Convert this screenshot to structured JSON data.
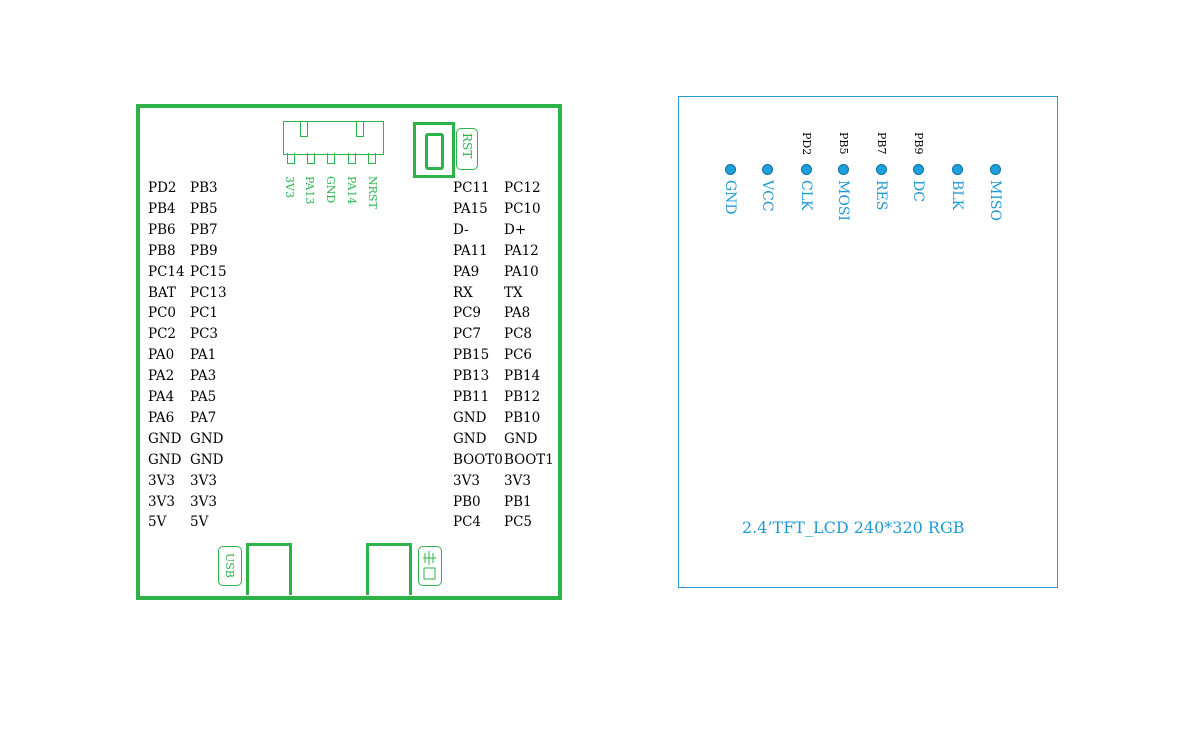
{
  "mcu_board": {
    "left_pins": [
      [
        "PD2",
        "PB3"
      ],
      [
        "PB4",
        "PB5"
      ],
      [
        "PB6",
        "PB7"
      ],
      [
        "PB8",
        "PB9"
      ],
      [
        "PC14",
        "PC15"
      ],
      [
        "BAT",
        "PC13"
      ],
      [
        "PC0",
        "PC1"
      ],
      [
        "PC2",
        "PC3"
      ],
      [
        "PA0",
        "PA1"
      ],
      [
        "PA2",
        "PA3"
      ],
      [
        "PA4",
        "PA5"
      ],
      [
        "PA6",
        "PA7"
      ],
      [
        "GND",
        "GND"
      ],
      [
        "GND",
        "GND"
      ],
      [
        "3V3",
        "3V3"
      ],
      [
        "3V3",
        "3V3"
      ],
      [
        "5V",
        "5V"
      ]
    ],
    "right_pins": [
      [
        "PC11",
        "PC12"
      ],
      [
        "PA15",
        "PC10"
      ],
      [
        "D-",
        "D+"
      ],
      [
        "PA11",
        "PA12"
      ],
      [
        "PA9",
        "PA10"
      ],
      [
        "RX",
        "TX"
      ],
      [
        "PC9",
        "PA8"
      ],
      [
        "PC7",
        "PC8"
      ],
      [
        "PB15",
        "PC6"
      ],
      [
        "PB13",
        "PB14"
      ],
      [
        "PB11",
        "PB12"
      ],
      [
        "GND",
        "PB10"
      ],
      [
        "GND",
        "GND"
      ],
      [
        "BOOT0",
        "BOOT1"
      ],
      [
        "3V3",
        "3V3"
      ],
      [
        "PB0",
        "PB1"
      ],
      [
        "PC4",
        "PC5"
      ]
    ],
    "swd_header": [
      "3V3",
      "PA13",
      "GND",
      "PA14",
      "NRST"
    ],
    "rst_label": "RST",
    "usb_label": "USB",
    "colors": {
      "board": "#2db34a"
    }
  },
  "lcd": {
    "pins": [
      "GND",
      "VCC",
      "CLK",
      "MOSI",
      "RES",
      "DC",
      "BLK",
      "MISO"
    ],
    "top_labels": [
      "",
      "",
      "PD2",
      "PB5",
      "PB7",
      "PB9",
      "",
      ""
    ],
    "caption": "2.4’TFT_LCD 240*320 RGB",
    "colors": {
      "outline": "#2a98d4",
      "text": "#1e9ad6",
      "dot": "#1ea0dc"
    }
  }
}
